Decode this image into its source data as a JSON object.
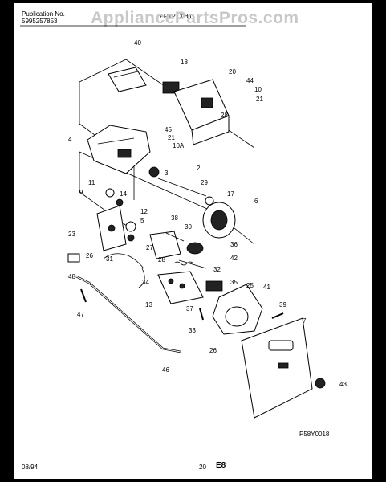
{
  "header": {
    "pub_label": "Publication No.",
    "pub_number": "5995257853",
    "model": "FRT21XHJ",
    "watermark": "AppliancePartsPros.com"
  },
  "callouts": [
    "40",
    "18",
    "20",
    "44",
    "10",
    "21",
    "28",
    "45",
    "4",
    "21",
    "10A",
    "3",
    "2",
    "29",
    "11",
    "9",
    "14",
    "17",
    "6",
    "12",
    "5",
    "38",
    "30",
    "23",
    "36",
    "42",
    "26",
    "27",
    "31",
    "28",
    "32",
    "48",
    "34",
    "35",
    "41",
    "25",
    "13",
    "37",
    "39",
    "7",
    "33",
    "47",
    "26",
    "46",
    "43"
  ],
  "diagram_code": "P58Y0018",
  "footer": {
    "date": "08/94",
    "page": "20",
    "section": "E8"
  }
}
